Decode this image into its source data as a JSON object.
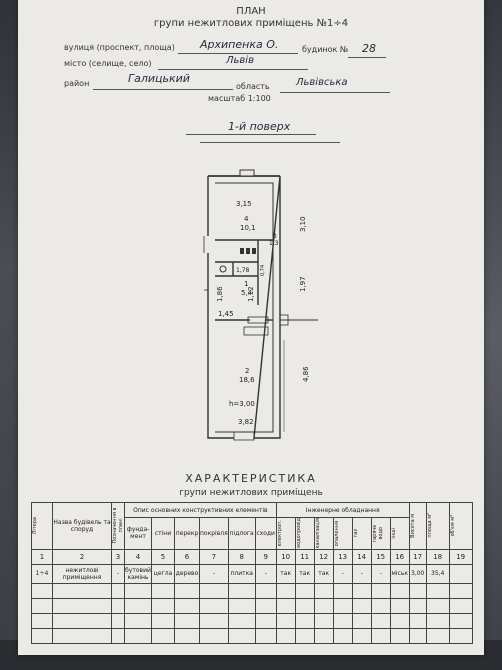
{
  "header": {
    "title": "ПЛАН",
    "subtitle": "групи нежитлових приміщень №1÷4"
  },
  "address": {
    "street_label": "вулиця (проспект, площа)",
    "street_value": "Архипенка О.",
    "house_label": "будинок №",
    "house_value": "28",
    "city_label": "місто (селище, село)",
    "city_value": "Львів",
    "district_label": "район",
    "district_value": "Галицький",
    "region_label": "область",
    "region_value": "Львівська",
    "scale": "масштаб 1:100"
  },
  "floor_label": "1-й поверх",
  "plan": {
    "dims": [
      "3,15",
      "3,10",
      "1,97",
      "1,86",
      "1,12",
      "1,45",
      "4,86",
      "3,82"
    ],
    "rooms": [
      {
        "num": "4",
        "area": "10,1"
      },
      {
        "num": "3",
        "area": "1,3"
      },
      {
        "num": "1",
        "area": "5,4"
      },
      {
        "num": "2",
        "area": "18,6"
      }
    ],
    "small_area": "1,78",
    "small_side": "0,74",
    "height": "h=3,00"
  },
  "characteristics": {
    "title": "ХАРАКТЕРИСТИКА",
    "subtitle": "групи нежитлових приміщень"
  },
  "table": {
    "h_litera": "Літера",
    "h_nazva": "Назва будівель та споруд",
    "h_posv": "Позначення в плані",
    "h_opys": "Опис основних конструктивних елементів",
    "h_fund": "фунда- мент",
    "h_stiny": "стіни",
    "h_perekr": "перекр",
    "h_pokr": "покрівля",
    "h_pidl": "підлога",
    "h_skhody": "сходи",
    "h_inzh": "Інженерне обладнання",
    "h_e1": "електроп.",
    "h_e2": "водопровід",
    "h_e3": "каналізація",
    "h_e4": "опалення",
    "h_e5": "газ",
    "h_e6": "гаряче водо",
    "h_e7": "інші",
    "h_vysota": "Висота м",
    "h_ploshcha": "площа м²",
    "h_obsiah": "об'єм м³",
    "nums": [
      "1",
      "2",
      "3",
      "4",
      "5",
      "6",
      "7",
      "8",
      "9",
      "10",
      "11",
      "12",
      "13",
      "14",
      "15",
      "16",
      "17",
      "18",
      "19"
    ],
    "row": {
      "litera": "1÷4",
      "nazva": "нежитлові приміщення",
      "posv": "-",
      "fund": "бутовий камінь",
      "stiny": "цегла",
      "perekr": "дерево",
      "pokr": "-",
      "pidl": "плитка",
      "skhody": "-",
      "e1": "так",
      "e2": "так",
      "e3": "так",
      "e4": "-",
      "e5": "-",
      "e6": "-",
      "e7": "міськ",
      "vysota": "3,00",
      "ploshcha": "35,4",
      "obsiah": ""
    }
  }
}
